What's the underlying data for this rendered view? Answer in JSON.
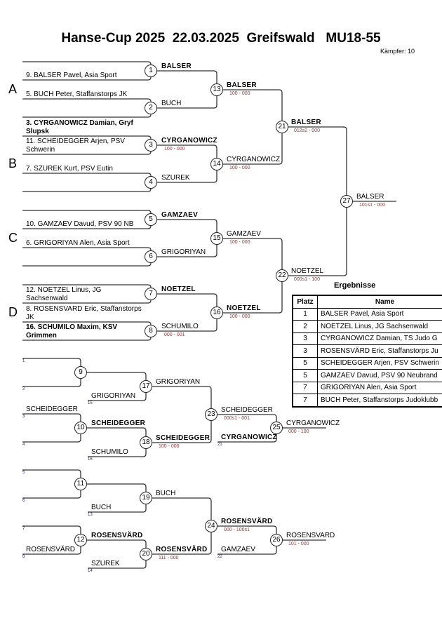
{
  "header": {
    "title": "Hanse-Cup 2025  22.03.2025  Greifswald   MU18-55",
    "fighters": "Kämpfer: 10"
  },
  "pools": [
    "A",
    "B",
    "C",
    "D"
  ],
  "colors": {
    "score": "#8a3a3a",
    "line": "#333333"
  },
  "main": {
    "matches": [
      {
        "no": "1",
        "top": {
          "text": ""
        },
        "bottom": {
          "text": "9. BALSER Pavel, Asia Sport"
        }
      },
      {
        "no": "2",
        "top": {
          "text": "5. BUCH Peter, Staffanstorps JK"
        },
        "bottom": {
          "text": ""
        }
      },
      {
        "no": "3",
        "top": {
          "text": "3. CYRGANOWICZ Damian, Gryf Slupsk",
          "bold": true
        },
        "bottom": {
          "text": "11. SCHEIDEGGER Arjen, PSV Schwerin"
        }
      },
      {
        "no": "4",
        "top": {
          "text": "7. SZUREK Kurt, PSV Eutin"
        },
        "bottom": {
          "text": ""
        }
      },
      {
        "no": "5",
        "top": {
          "text": ""
        },
        "bottom": {
          "text": "10. GAMZAEV Davud, PSV 90 NB"
        }
      },
      {
        "no": "6",
        "top": {
          "text": "6. GRIGORIYAN Alen, Asia Sport"
        },
        "bottom": {
          "text": ""
        }
      },
      {
        "no": "7",
        "top": {
          "text": ""
        },
        "bottom": {
          "text": "12. NOETZEL Linus, JG Sachsenwald"
        }
      },
      {
        "no": "8",
        "top": {
          "text": "8. ROSENSVARD Eric, Staffanstorps JK"
        },
        "bottom": {
          "text": "16. SCHUMILO Maxim, KSV Grimmen",
          "bold": true
        }
      },
      {
        "no": "13",
        "top": {
          "text": "BALSER",
          "bold": true
        },
        "bottom": {
          "text": "BUCH"
        }
      },
      {
        "no": "14",
        "top": {
          "text": "CYRGANOWICZ",
          "bold": true,
          "score": "100 - 000"
        },
        "bottom": {
          "text": "SZUREK"
        }
      },
      {
        "no": "15",
        "top": {
          "text": "GAMZAEV",
          "bold": true
        },
        "bottom": {
          "text": "GRIGORIYAN"
        }
      },
      {
        "no": "16",
        "top": {
          "text": "NOETZEL",
          "bold": true
        },
        "bottom": {
          "text": "SCHUMILO",
          "score": "000 - 001"
        }
      },
      {
        "no": "21",
        "top": {
          "text": "BALSER",
          "bold": true,
          "score": "100 - 000"
        },
        "bottom": {
          "text": "CYRGANOWICZ",
          "score": "100 - 000"
        }
      },
      {
        "no": "22",
        "top": {
          "text": "GAMZAEV",
          "score": "100 - 000"
        },
        "bottom": {
          "text": "NOETZEL",
          "bold": true,
          "score": "100 - 000"
        }
      },
      {
        "no": "27",
        "top": {
          "text": "BALSER",
          "bold": true,
          "score": "012s2 - 000"
        },
        "bottom": {
          "text": "NOETZEL",
          "score": "000s1 - 100"
        }
      }
    ],
    "winner": {
      "text": "BALSER",
      "score": "101s1 - 000"
    }
  },
  "repechage": {
    "matches": [
      {
        "no": "9",
        "top": {
          "text": "",
          "seed": "1"
        },
        "bottom": {
          "text": "",
          "seed": "2"
        }
      },
      {
        "no": "10",
        "top": {
          "text": "SCHEIDEGGER",
          "seed": "3"
        },
        "bottom": {
          "text": "",
          "seed": "4"
        }
      },
      {
        "no": "11",
        "top": {
          "text": "",
          "seed": "5"
        },
        "bottom": {
          "text": "",
          "seed": "6"
        }
      },
      {
        "no": "12",
        "top": {
          "text": "",
          "seed": "7"
        },
        "bottom": {
          "text": "ROSENSVÄRD",
          "seed": "8"
        }
      },
      {
        "no": "17",
        "top": {
          "text": ""
        },
        "bottom": {
          "text": "GRIGORIYAN",
          "seed": "15"
        }
      },
      {
        "no": "18",
        "top": {
          "text": "SCHEIDEGGER",
          "bold": true
        },
        "bottom": {
          "text": "SCHUMILO",
          "seed": "16"
        }
      },
      {
        "no": "19",
        "top": {
          "text": ""
        },
        "bottom": {
          "text": "BUCH",
          "seed": "13"
        }
      },
      {
        "no": "20",
        "top": {
          "text": "ROSENSVÄRD",
          "bold": true
        },
        "bottom": {
          "text": "SZUREK",
          "seed": "14"
        }
      },
      {
        "no": "23",
        "top": {
          "text": "GRIGORIYAN"
        },
        "bottom": {
          "text": "SCHEIDEGGER",
          "bold": true,
          "score": "100 - 000"
        }
      },
      {
        "no": "24",
        "top": {
          "text": "BUCH"
        },
        "bottom": {
          "text": "ROSENSVÄRD",
          "bold": true,
          "score": "111 - 000"
        }
      },
      {
        "no": "25",
        "top": {
          "text": "SCHEIDEGGER",
          "score": "000s1 - 001"
        },
        "bottom": {
          "text": "CYRGANOWICZ",
          "bold": true,
          "seed": "21"
        }
      },
      {
        "no": "26",
        "top": {
          "text": "ROSENSVÄRD",
          "bold": true,
          "score": "000 - 100s1"
        },
        "bottom": {
          "text": "GAMZAEV",
          "seed": "22"
        }
      }
    ],
    "bronze": [
      {
        "text": "CYRGANOWICZ",
        "score": "000 - 100"
      },
      {
        "text": "ROSENSVARD",
        "score": "101 - 000"
      }
    ]
  },
  "results": {
    "title": "Ergebnisse",
    "headers": [
      "Platz",
      "Name"
    ],
    "rows": [
      [
        "1",
        "BALSER Pavel, Asia Sport"
      ],
      [
        "2",
        "NOETZEL Linus, JG Sachsenwald"
      ],
      [
        "3",
        "CYRGANOWICZ Damian, TS Judo G"
      ],
      [
        "3",
        "ROSENSVÄRD Eric, Staffanstorps Ju"
      ],
      [
        "5",
        "SCHEIDEGGER Arjen, PSV Schwerin"
      ],
      [
        "5",
        "GAMZAEV Davud, PSV 90 Neubrand"
      ],
      [
        "7",
        "GRIGORIYAN Alen, Asia Sport"
      ],
      [
        "7",
        "BUCH Peter, Staffanstorps Judoklubb"
      ]
    ]
  }
}
